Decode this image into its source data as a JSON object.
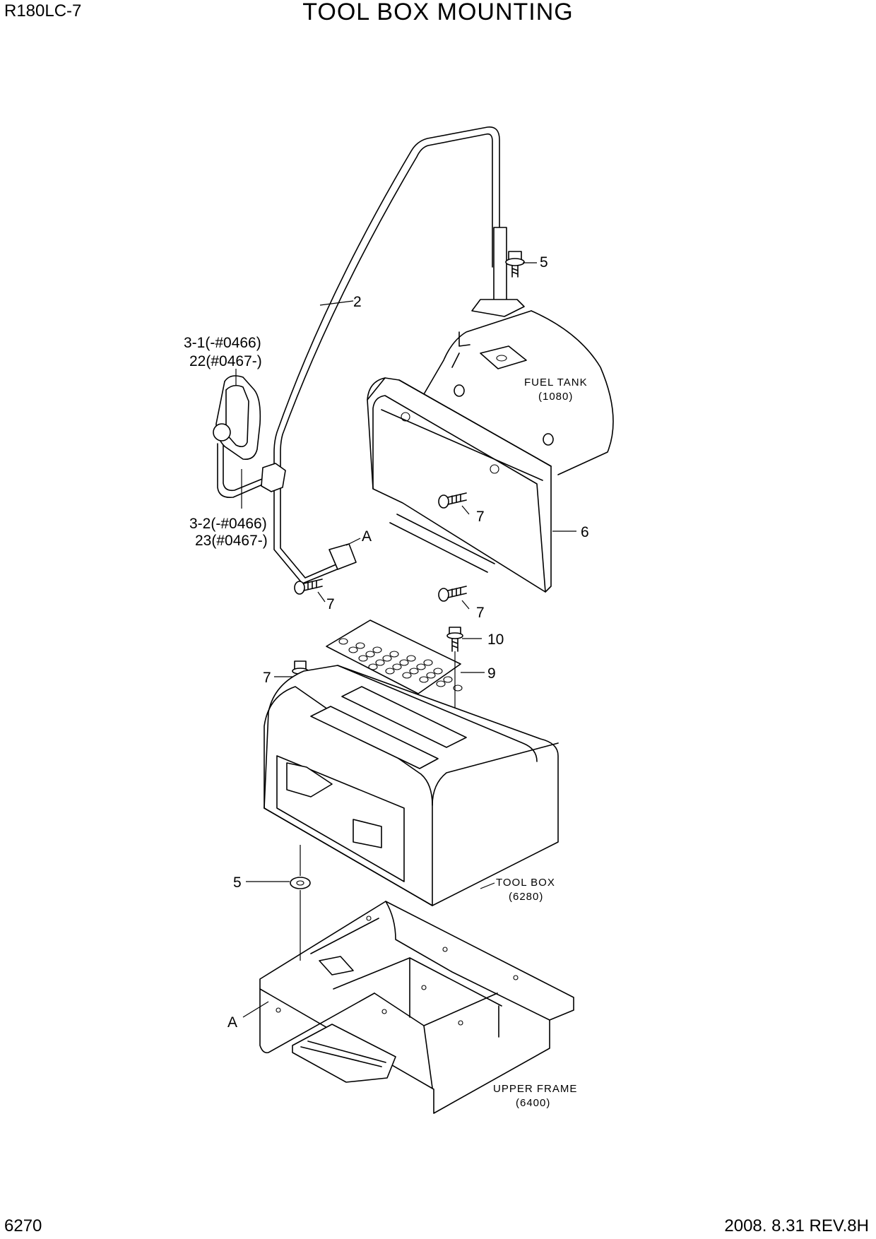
{
  "header": {
    "model": "R180LC-7",
    "title": "TOOL BOX MOUNTING"
  },
  "footer": {
    "page": "6270",
    "date_rev": "2008. 8.31  REV.8H"
  },
  "callouts": {
    "c5_top": "5",
    "c2": "2",
    "c31": "3-1(-#0466)",
    "c22": "22(#0467-)",
    "c32": "3-2(-#0466)",
    "c23": "23(#0467-)",
    "cA_top": "A",
    "c7_pin": "7",
    "c7_cover_mid": "7",
    "c6": "6",
    "c7_cover_low": "7",
    "c10": "10",
    "c9": "9",
    "c7_box": "7",
    "c5_low": "5",
    "cA_low": "A"
  },
  "references": {
    "fuel_tank": "FUEL TANK",
    "fuel_tank_no": "(1080)",
    "tool_box": "TOOL BOX",
    "tool_box_no": "(6280)",
    "upper_frame": "UPPER FRAME",
    "upper_frame_no": "(6400)"
  }
}
